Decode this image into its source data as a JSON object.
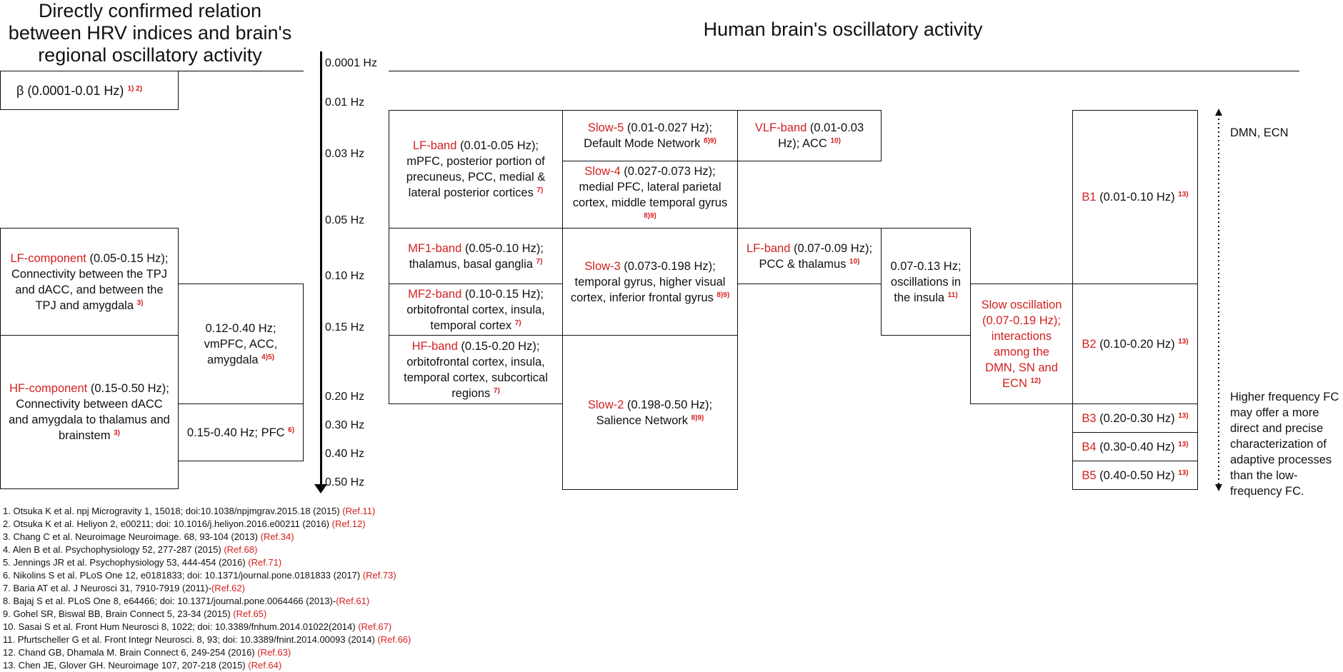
{
  "left_title": "Directly confirmed relation between HRV indices and brain's regional oscillatory activity",
  "right_title": "Human brain's oscillatory activity",
  "ticks": [
    "0.0001 Hz",
    "0.01 Hz",
    "0.03 Hz",
    "0.05 Hz",
    "0.10 Hz",
    "0.15 Hz",
    "0.20 Hz",
    "0.30 Hz",
    "0.40 Hz",
    "0.50 Hz"
  ],
  "boxes": {
    "beta": {
      "text": "β (0.0001-0.01 Hz)",
      "ref": "1) 2)"
    },
    "lf_component": {
      "label": "LF-component",
      "text": " (0.05-0.15 Hz); Connectivity between the TPJ and dACC, and between the TPJ and amygdala",
      "ref": "3)"
    },
    "hf_component": {
      "label": "HF-component",
      "text": " (0.15-0.50 Hz); Connectivity between dACC and amygdala to thalamus and brainstem",
      "ref": "3)"
    },
    "range_012_040": {
      "text": "0.12-0.40 Hz; vmPFC, ACC, amygdala",
      "ref": "4)5)"
    },
    "range_015_040": {
      "text": "0.15-0.40 Hz; PFC",
      "ref": "6)"
    },
    "lf_band": {
      "label": "LF-band",
      "text": " (0.01-0.05 Hz); mPFC, posterior portion of precuneus, PCC, medial & lateral posterior cortices",
      "ref": "7)"
    },
    "mf1_band": {
      "label": "MF1-band",
      "text": " (0.05-0.10 Hz); thalamus, basal ganglia",
      "ref": "7)"
    },
    "mf2_band": {
      "label": "MF2-band",
      "text": " (0.10-0.15 Hz); orbitofrontal cortex, insula, temporal cortex",
      "ref": "7)"
    },
    "hf_band": {
      "label": "HF-band",
      "text": " (0.15-0.20 Hz); orbitofrontal cortex, insula, temporal cortex, subcortical regions",
      "ref": "7)"
    },
    "slow5": {
      "label": "Slow-5",
      "text": " (0.01-0.027 Hz); Default Mode Network",
      "ref": "8)9)"
    },
    "slow4": {
      "label": "Slow-4",
      "text": " (0.027-0.073 Hz); medial PFC, lateral parietal cortex, middle temporal gyrus",
      "ref": "8)9)"
    },
    "slow3": {
      "label": "Slow-3",
      "text": " (0.073-0.198 Hz); temporal gyrus, higher visual cortex, inferior frontal gyrus",
      "ref": "8)9)"
    },
    "slow2": {
      "label": "Slow-2",
      "text": " (0.198-0.50 Hz); Salience Network",
      "ref": "8)9)"
    },
    "vlf_band": {
      "label": "VLF-band",
      "text": " (0.01-0.03 Hz); ACC",
      "ref": "10)"
    },
    "lf_band2": {
      "label": "LF-band",
      "text": " (0.07-0.09 Hz); PCC & thalamus",
      "ref": "10)"
    },
    "insula": {
      "text": "0.07-0.13 Hz; oscillations in the insula",
      "ref": "11)"
    },
    "slow_osc": {
      "text": "Slow oscillation (0.07-0.19 Hz); interactions among the DMN, SN and ECN",
      "ref": "12)"
    },
    "b1": {
      "label": "B1",
      "text": " (0.01-0.10 Hz)",
      "ref": "13)"
    },
    "b2": {
      "label": "B2",
      "text": " (0.10-0.20 Hz)",
      "ref": "13)"
    },
    "b3": {
      "label": "B3",
      "text": " (0.20-0.30 Hz)",
      "ref": "13)"
    },
    "b4": {
      "label": "B4",
      "text": " (0.30-0.40 Hz)",
      "ref": "13)"
    },
    "b5": {
      "label": "B5",
      "text": " (0.40-0.50 Hz)",
      "ref": "13)"
    }
  },
  "side_notes": {
    "dmn_ecn": "DMN, ECN",
    "higher_fc": "Higher frequency FC may offer a more direct and precise characterization of adaptive processes than the low-frequency FC."
  },
  "references": [
    {
      "text": "1. Otsuka K et al. npj Microgravity 1, 15018; doi:10.1038/npjmgrav.2015.18 (2015) ",
      "ref": "(Ref.11)"
    },
    {
      "text": "2. Otsuka K et al. Heliyon 2, e00211; doi: 10.1016/j.heliyon.2016.e00211 (2016) ",
      "ref": "(Ref.12)"
    },
    {
      "text": "3. Chang C et al. Neuroimage Neuroimage. 68, 93-104 (2013) ",
      "ref": "(Ref.34)"
    },
    {
      "text": "4. Alen B et al. Psychophysiology 52, 277-287 (2015) ",
      "ref": "(Ref.68)"
    },
    {
      "text": "5. Jennings JR et al. Psychophysiology 53, 444-454 (2016) ",
      "ref": "(Ref.71)"
    },
    {
      "text": "6. Nikolins S et al. PLoS One 12, e0181833; doi: 10.1371/journal.pone.0181833 (2017) ",
      "ref": "(Ref.73)"
    },
    {
      "text": "7. Baria AT et al. J Neurosci 31, 7910-7919 (2011)-",
      "ref": "(Ref.62)"
    },
    {
      "text": "8. Bajaj S et al. PLoS One 8, e64466; doi: 10.1371/journal.pone.0064466 (2013)-",
      "ref": "(Ref.61)"
    },
    {
      "text": "9. Gohel SR, Biswal BB, Brain Connect 5, 23-34 (2015) ",
      "ref": "(Ref.65)"
    },
    {
      "text": "10. Sasai S et al. Front Hum Neurosci 8, 1022; doi: 10.3389/fnhum.2014.01022(2014) ",
      "ref": "(Ref.67)"
    },
    {
      "text": "11. Pfurtscheller G et al. Front Integr Neurosci. 8, 93; doi: 10.3389/fnint.2014.00093 (2014) ",
      "ref": "(Ref.66)"
    },
    {
      "text": "12. Chand GB, Dhamala M. Brain Connect 6, 249-254 (2016) ",
      "ref": "(Ref.63)"
    },
    {
      "text": "13. Chen JE, Glover GH. Neuroimage 107, 207-218 (2015) ",
      "ref": "(Ref.64)"
    }
  ],
  "colors": {
    "accent": "#d42020",
    "line": "#111111"
  }
}
